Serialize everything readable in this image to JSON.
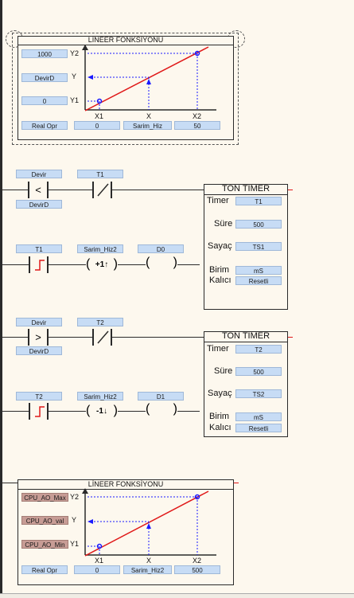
{
  "lin1": {
    "title": "LİNEER FONKSİYONU",
    "y2": "1000",
    "y": "DevirD",
    "y1": "0",
    "l_y2": "Y2",
    "l_y": "Y",
    "l_y1": "Y1",
    "l_x1": "X1",
    "l_x": "X",
    "l_x2": "X2",
    "real": "Real Opr",
    "x1": "0",
    "x": "Sarim_Hiz",
    "x2": "50"
  },
  "rung2": {
    "cmp_top": "Devir",
    "cmp_bot": "DevirD",
    "cmp_op": "<",
    "contact": "T1"
  },
  "timer1": {
    "title": "TON TIMER",
    "timer_lbl": "Timer",
    "timer_val": "T1",
    "sure_lbl": "Süre",
    "sure_val": "500",
    "sayac_lbl": "Sayaç",
    "sayac_val": "TS1",
    "birim_lbl": "Birim",
    "birim_val": "mS",
    "kalici_lbl": "Kalıcı",
    "kalici_val": "Resetli"
  },
  "rung3": {
    "contact": "T1",
    "func": "Sarim_Hiz2",
    "func_sym": "+1↑",
    "coil": "D0"
  },
  "rung4": {
    "cmp_top": "Devir",
    "cmp_bot": "DevirD",
    "cmp_op": ">",
    "contact": "T2"
  },
  "timer2": {
    "title": "TON TIMER",
    "timer_lbl": "Timer",
    "timer_val": "T2",
    "sure_lbl": "Süre",
    "sure_val": "500",
    "sayac_lbl": "Sayaç",
    "sayac_val": "TS2",
    "birim_lbl": "Birim",
    "birim_val": "mS",
    "kalici_lbl": "Kalıcı",
    "kalici_val": "Resetli"
  },
  "rung5": {
    "contact": "T2",
    "func": "Sarim_Hiz2",
    "func_sym": "-1↓",
    "coil": "D1"
  },
  "lin2": {
    "title": "LİNEER FONKSİYONU",
    "y2": "CPU_AO_Max",
    "y": "CPU_AO_val",
    "y1": "CPU_AO_Min",
    "l_y2": "Y2",
    "l_y": "Y",
    "l_y1": "Y1",
    "l_x1": "X1",
    "l_x": "X",
    "l_x2": "X2",
    "real": "Real Opr",
    "x1": "0",
    "x": "Sarim_Hiz2",
    "x2": "500"
  },
  "colors": {
    "tag_bg": "#c7dcf5",
    "tag_red_bg": "#c79c95",
    "line": "#2a2a2a",
    "red": "#e01818",
    "blue": "#1a1aff",
    "bg": "#fdf8ee"
  }
}
